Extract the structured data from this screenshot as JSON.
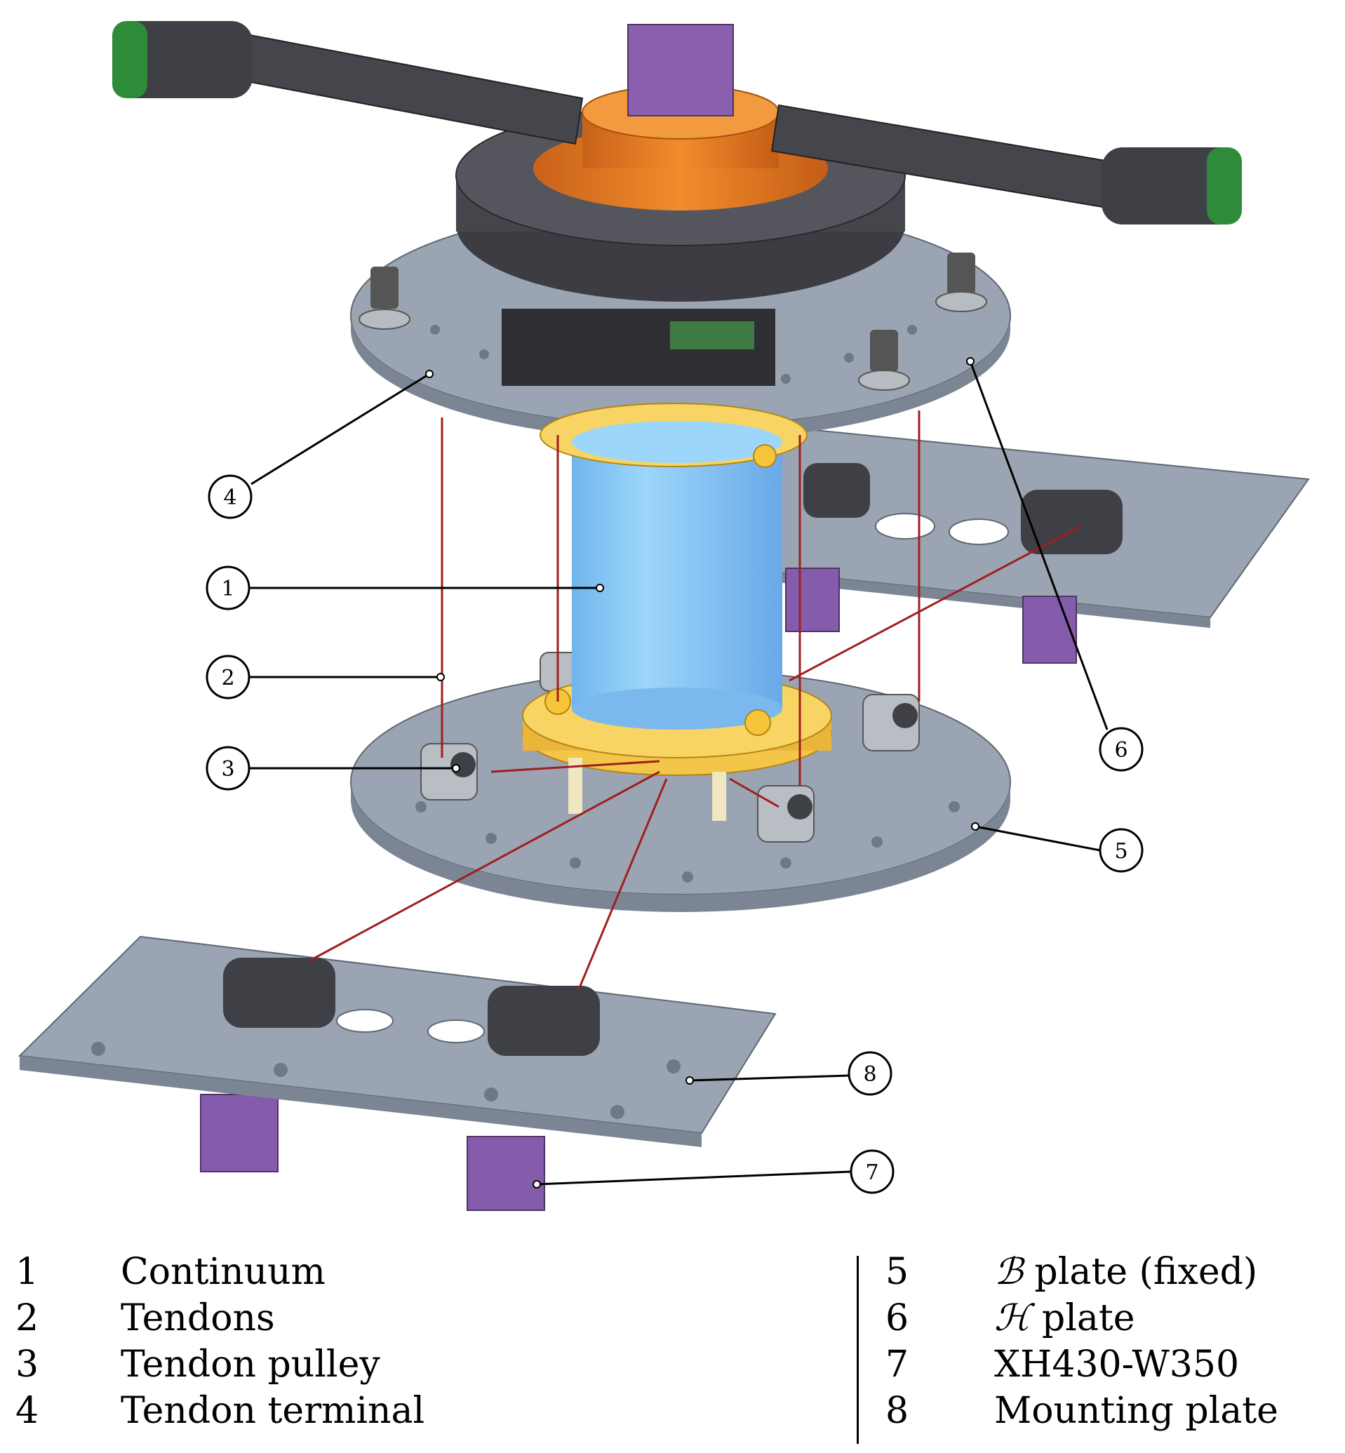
{
  "callouts": [
    {
      "num": "1"
    },
    {
      "num": "2"
    },
    {
      "num": "3"
    },
    {
      "num": "4"
    },
    {
      "num": "5"
    },
    {
      "num": "6"
    },
    {
      "num": "7"
    },
    {
      "num": "8"
    }
  ],
  "legend": {
    "left": [
      {
        "num": "1",
        "label": "Continuum"
      },
      {
        "num": "2",
        "label": "Tendons"
      },
      {
        "num": "3",
        "label": "Tendon pulley"
      },
      {
        "num": "4",
        "label": "Tendon terminal"
      }
    ],
    "right": [
      {
        "num": "5",
        "symbol": "ℬ",
        "label": " plate (fixed)"
      },
      {
        "num": "6",
        "symbol": "ℋ",
        "label": " plate"
      },
      {
        "num": "7",
        "symbol": "",
        "label": "XH430-W350"
      },
      {
        "num": "8",
        "symbol": "",
        "label": "Mounting plate"
      }
    ]
  },
  "colors": {
    "plate": "#9aa4b2",
    "plate_edge": "#6e7785",
    "continuum": "#86c8f5",
    "ring": "#f3c64a",
    "motor": "#8a5fae",
    "orange": "#e07a1e",
    "dark": "#3c3c42",
    "tendon": "#a01e1e",
    "green": "#2e8b3a"
  }
}
